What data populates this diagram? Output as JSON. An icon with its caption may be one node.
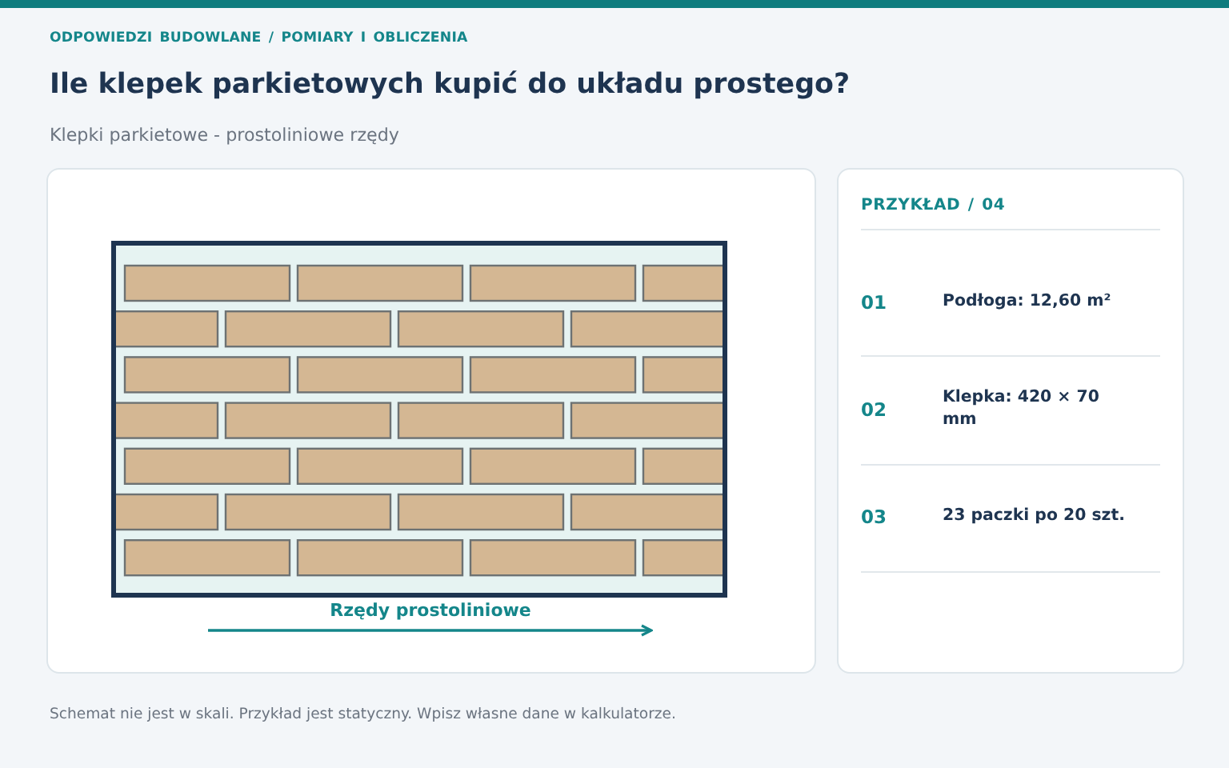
{
  "diagram": {
    "title": "Ile klepek parkietowych kupić do układu prostego?",
    "caption": "Schemat nie jest w skali. Przykład jest statyczny. Wpisz własne dane w kalkulatorze.",
    "nodes": [
      {
        "text": [
          "PRZYKŁAD / 04",
          "01",
          "Podłoga: 12,60 m²",
          "02",
          "Klepka: 420 × 70 mm",
          "03",
          "23 paczki po 20 szt."
        ]
      }
    ],
    "labels": [
      "ODPOWIEDZI BUDOWLANE / POMIARY I OBLICZENIA",
      "Klepki parkietowe - prostoliniowe rzędy",
      "Rzędy prostoliniowe"
    ]
  }
}
